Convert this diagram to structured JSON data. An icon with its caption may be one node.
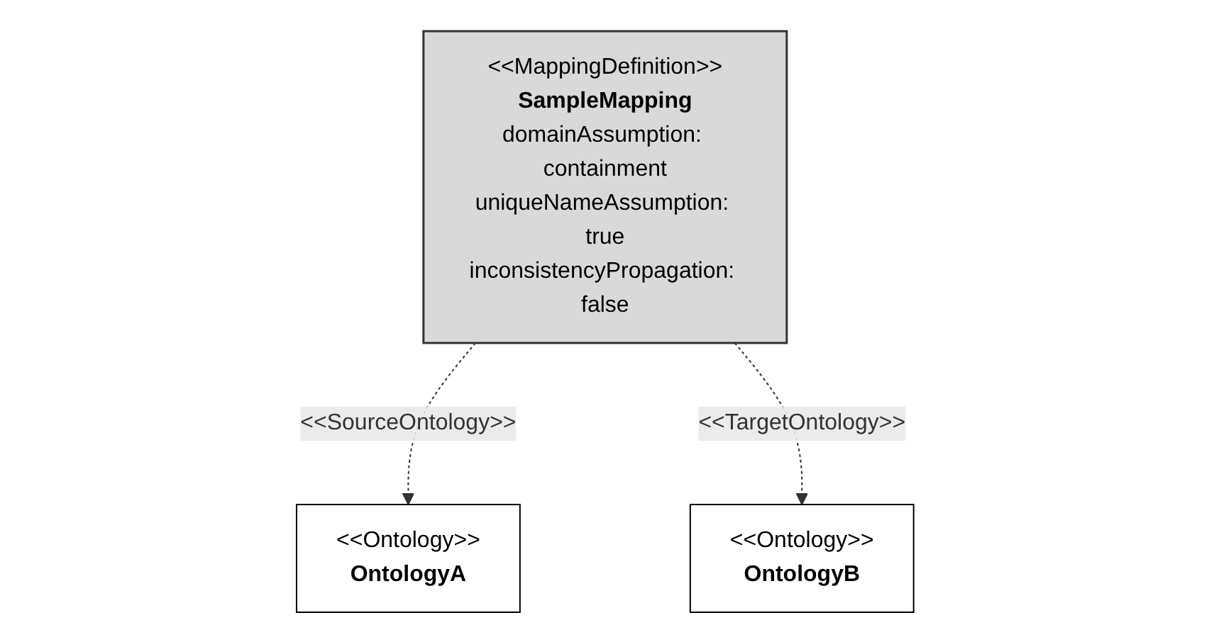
{
  "diagram": {
    "nodes": [
      {
        "text": [
          "<<MappingDefinition>>",
          "SampleMapping",
          "domainAssumption: containment",
          "uniqueNameAssumption: true",
          "inconsistencyPropagation: false"
        ]
      },
      {
        "text": [
          "<<Ontology>>",
          "OntologyA"
        ]
      },
      {
        "text": [
          "<<Ontology>>",
          "OntologyB"
        ]
      }
    ],
    "edges": [
      {
        "from": 0,
        "to": 1,
        "arrow": "to",
        "style": "dashed",
        "label": "<<SourceOntology>>"
      },
      {
        "from": 0,
        "to": 2,
        "arrow": "to",
        "style": "dashed",
        "label": "<<TargetOntology>>"
      }
    ]
  }
}
